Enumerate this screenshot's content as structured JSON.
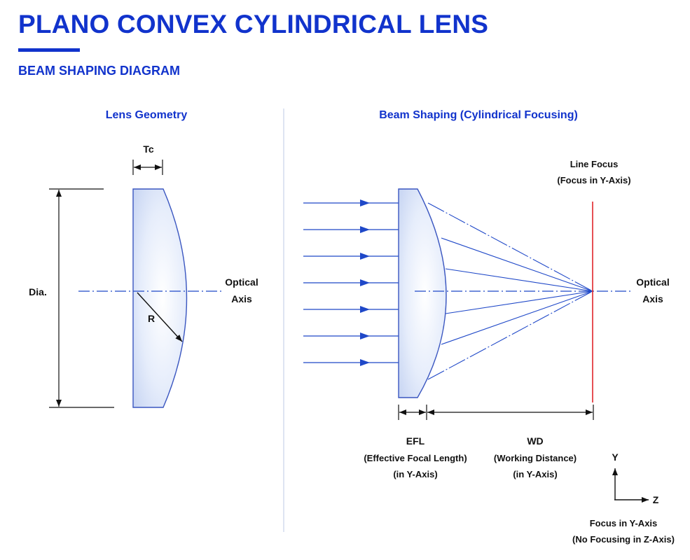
{
  "header": {
    "title": "PLANO CONVEX CYLINDRICAL LENS",
    "subtitle": "BEAM SHAPING DIAGRAM"
  },
  "colors": {
    "accent": "#1133cc",
    "ray": "#1f48c8",
    "focus_line": "#e0242a",
    "lens_edge": "#3a56c0",
    "text": "#111111"
  },
  "lens_geometry": {
    "section_title": "Lens Geometry",
    "thickness_label": "Tc",
    "diameter_label": "Dia.",
    "radius_label": "R",
    "axis_label_line1": "Optical",
    "axis_label_line2": "Axis"
  },
  "beam_shaping": {
    "section_title": "Beam Shaping (Cylindrical Focusing)",
    "focus_label_line1": "Line Focus",
    "focus_label_line2": "(Focus in Y-Axis)",
    "axis_label_line1": "Optical",
    "axis_label_line2": "Axis",
    "efl_label": "EFL",
    "efl_desc_line1": "(Effective Focal Length)",
    "efl_desc_line2": "(in Y-Axis)",
    "wd_label": "WD",
    "wd_desc_line1": "(Working Distance)",
    "wd_desc_line2": "(in Y-Axis)"
  },
  "axes": {
    "y_label": "Y",
    "z_label": "Z",
    "note_line1": "Focus in Y-Axis",
    "note_line2": "(No Focusing in Z-Axis)"
  }
}
